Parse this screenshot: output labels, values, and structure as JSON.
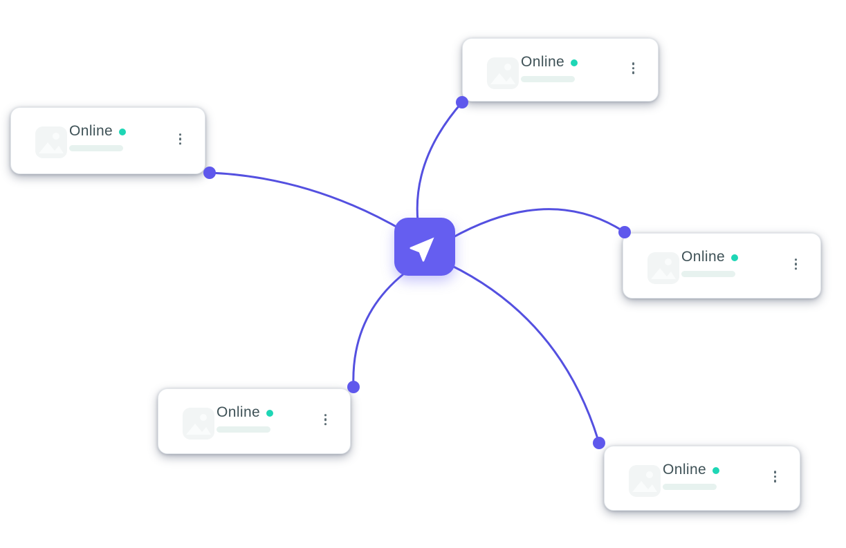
{
  "colors": {
    "accent": "#655ef0",
    "connector": "#5450e0",
    "dot": "#5f58ec",
    "status-online": "#1ed6b5",
    "label-text": "#3e5156",
    "placeholder-bar": "#e7f2ef",
    "card-bg": "#ffffff",
    "menu-dots": "#5c6d74",
    "avatar-fill": "#f2f5f5"
  },
  "diagram": {
    "center_node": {
      "icon": "send-icon"
    },
    "node_menu_icon": "kebab-menu-icon",
    "node_avatar_icon": "image-placeholder-icon",
    "nodes": [
      {
        "position": "top",
        "status_label": "Online",
        "status": "online"
      },
      {
        "position": "left",
        "status_label": "Online",
        "status": "online"
      },
      {
        "position": "right",
        "status_label": "Online",
        "status": "online"
      },
      {
        "position": "bottom-left",
        "status_label": "Online",
        "status": "online"
      },
      {
        "position": "bottom-right",
        "status_label": "Online",
        "status": "online"
      }
    ]
  }
}
